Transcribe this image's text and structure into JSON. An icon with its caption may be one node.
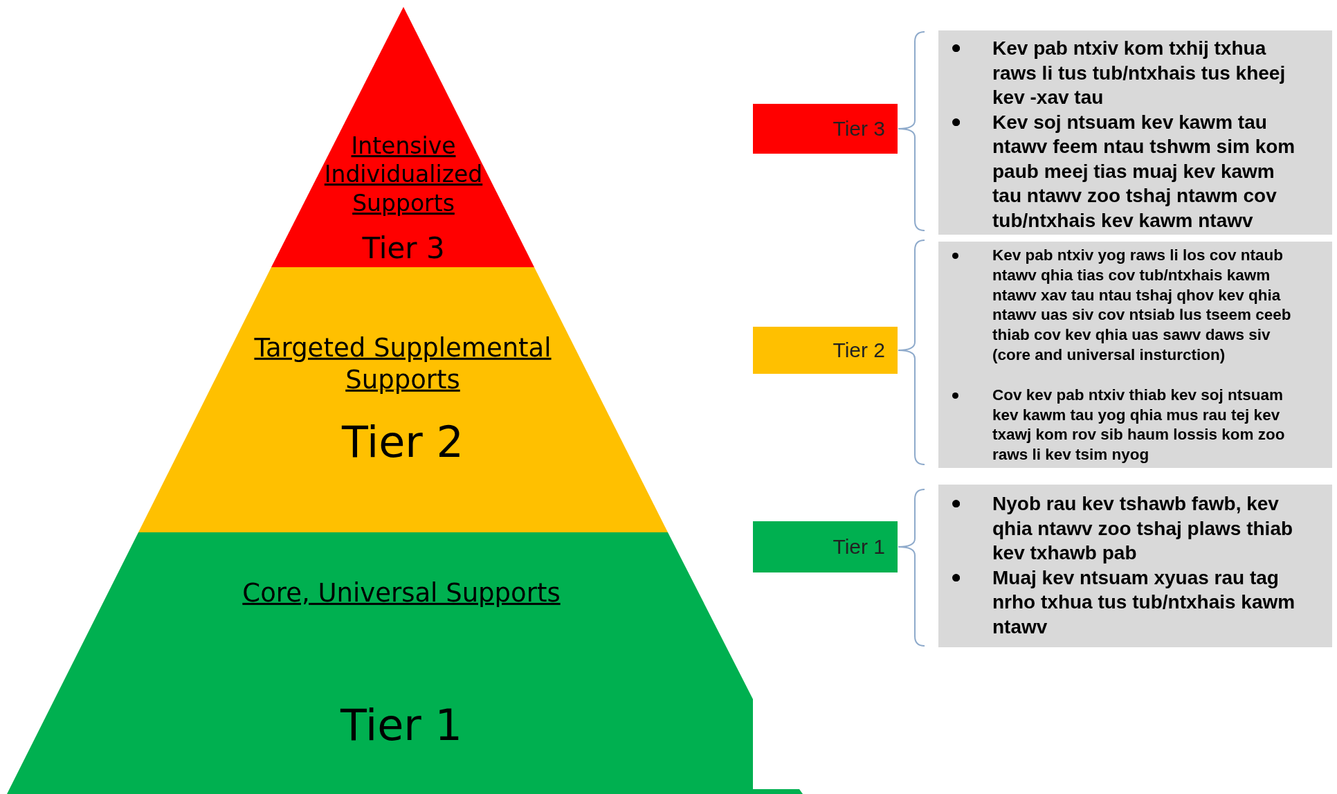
{
  "diagram": {
    "nodes": [
      {
        "text": [
          "Intensive Individualized Supports",
          "Tier 3"
        ]
      },
      {
        "text": [
          "Targeted Supplemental Supports",
          "Tier 2"
        ]
      },
      {
        "text": [
          "Core, Universal Supports",
          "Tier 1"
        ]
      },
      {
        "text": [
          "Tier 3"
        ]
      },
      {
        "text": [
          "Tier 2"
        ]
      },
      {
        "text": [
          "Tier 1"
        ]
      },
      {
        "text": [
          "Kev pab ntxiv kom txhij txhua raws li tus tub/ntxhais tus kheej kev -xav tau",
          "Kev soj ntsuam kev kawm tau ntawv feem ntau tshwm sim kom paub meej tias muaj kev kawm tau ntawv zoo tshaj ntawm cov tub/ntxhais kev kawm ntawv"
        ]
      },
      {
        "text": [
          "Kev pab ntxiv yog raws li los cov ntaub ntawv qhia tias cov tub/ntxhais kawm ntawv xav tau ntau tshaj qhov kev qhia ntawv uas siv cov ntsiab lus tseem ceeb thiab cov kev qhia uas sawv daws siv (core and universal insturction)",
          "Cov kev pab ntxiv thiab kev soj ntsuam kev kawm tau yog qhia mus rau tej kev txawj kom rov  sib haum lossis kom zoo raws li kev tsim nyog"
        ]
      },
      {
        "text": [
          "Nyob rau kev tshawb fawb, kev qhia ntawv zoo tshaj plaws thiab kev txhawb pab",
          "Muaj kev ntsuam xyuas rau tag nrho txhua tus tub/ntxhais kawm ntawv"
        ]
      }
    ]
  }
}
